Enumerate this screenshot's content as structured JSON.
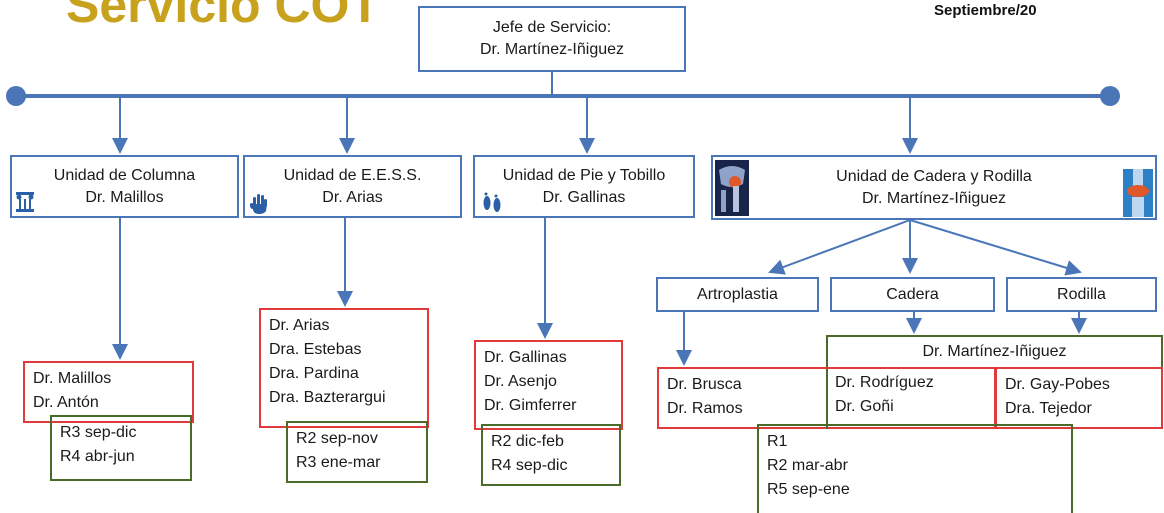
{
  "header": {
    "title": "Servicio COT",
    "date": "Septiembre/20"
  },
  "chief": {
    "role": "Jefe de Servicio:",
    "name": "Dr. Martínez-Iñiguez"
  },
  "units": {
    "columna": {
      "name": "Unidad de Columna",
      "head": "Dr. Malillos",
      "icon": "column-icon"
    },
    "eess": {
      "name": "Unidad de E.E.S.S.",
      "head": "Dr. Arias",
      "icon": "hand-icon"
    },
    "pie": {
      "name": "Unidad de Pie y Tobillo",
      "head": "Dr. Gallinas",
      "icon": "feet-icon"
    },
    "cadera": {
      "name": "Unidad de Cadera y Rodilla",
      "head": "Dr. Martínez-Iñiguez",
      "icon_left": "hip-xray-icon",
      "icon_right": "knee-xray-icon"
    }
  },
  "subunits": {
    "artroplastia": "Artroplastia",
    "cadera": "Cadera",
    "rodilla": "Rodilla",
    "shared_head": "Dr. Martínez-Iñiguez"
  },
  "staff": {
    "columna": [
      "Dr. Malillos",
      "Dr. Antón"
    ],
    "eess": [
      "Dr. Arias",
      "Dra. Estebas",
      "Dra. Pardina",
      "Dra. Bazterargui"
    ],
    "pie": [
      "Dr. Gallinas",
      "Dr. Asenjo",
      "Dr. Gimferrer"
    ],
    "artroplastia": [
      "Dr. Brusca",
      "Dr. Ramos"
    ],
    "cadera": [
      "Dr. Rodríguez",
      "Dr. Goñi"
    ],
    "rodilla": [
      "Dr. Gay-Pobes",
      "Dra. Tejedor"
    ]
  },
  "residents": {
    "columna": [
      "R3 sep-dic",
      "R4 abr-jun"
    ],
    "eess": [
      "R2 sep-nov",
      "R3 ene-mar"
    ],
    "pie": [
      "R2 dic-feb",
      "R4 sep-dic"
    ],
    "cadera_rodilla": [
      "R1",
      "R2 mar-abr",
      "R5 sep-ene"
    ]
  },
  "colors": {
    "title": "#c8a21c",
    "line": "#4a76b8",
    "staff_border": "#e03a3a",
    "resident_border": "#4a6b2a"
  }
}
